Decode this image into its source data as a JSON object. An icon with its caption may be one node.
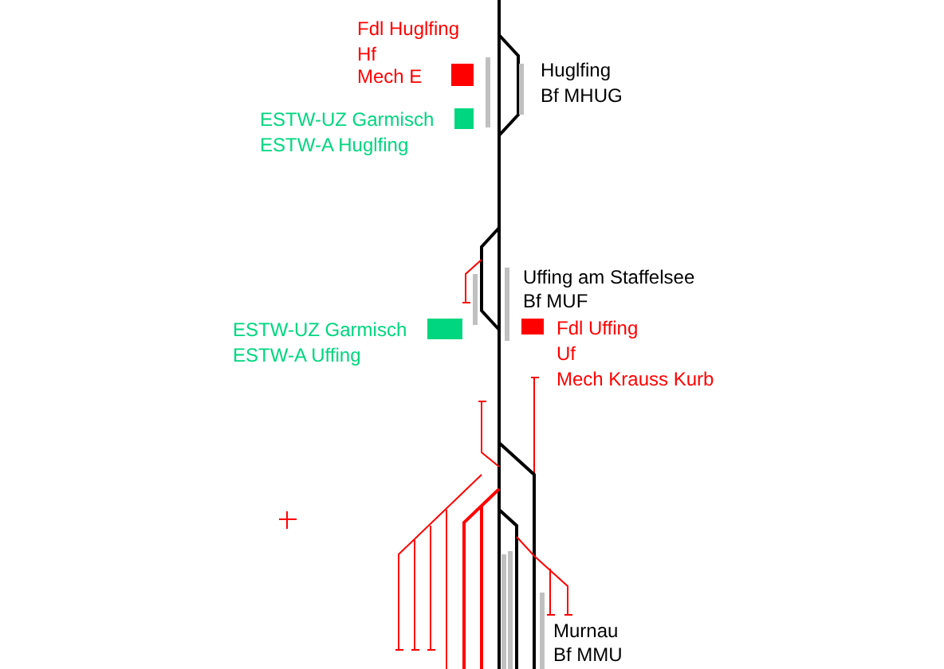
{
  "diagram": {
    "labels": [
      "Fdl Huglfing",
      "Hf",
      "Mech E",
      "Huglfing",
      "Bf MHUG",
      "ESTW-UZ Garmisch",
      "ESTW-A Huglfing",
      "Uffing am Staffelsee",
      "Bf MUF",
      "ESTW-UZ Garmisch",
      "ESTW-A Uffing",
      "Fdl Uffing",
      "Uf",
      "Mech Krauss Kurb",
      "Murnau",
      "Bf MMU"
    ]
  }
}
